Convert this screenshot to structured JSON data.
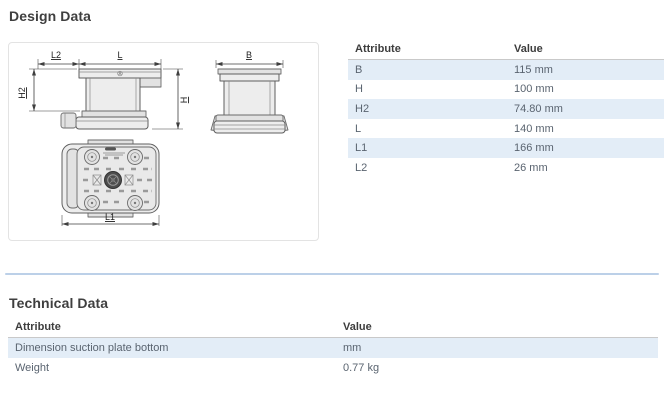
{
  "design": {
    "title": "Design Data",
    "drawing": {
      "labels": {
        "l2": "L2",
        "l": "L",
        "b": "B",
        "h2": "H2",
        "h": "H",
        "l1": "L1"
      }
    },
    "table": {
      "headers": {
        "attribute": "Attribute",
        "value": "Value"
      },
      "rows": [
        {
          "attribute": "B",
          "value": "115 mm"
        },
        {
          "attribute": "H",
          "value": "100 mm"
        },
        {
          "attribute": "H2",
          "value": "74.80 mm"
        },
        {
          "attribute": "L",
          "value": "140 mm"
        },
        {
          "attribute": "L1",
          "value": "166 mm"
        },
        {
          "attribute": "L2",
          "value": "26 mm"
        }
      ]
    }
  },
  "technical": {
    "title": "Technical Data",
    "table": {
      "headers": {
        "attribute": "Attribute",
        "value": "Value"
      },
      "rows": [
        {
          "attribute": "Dimension suction plate bottom",
          "value": "mm"
        },
        {
          "attribute": "Weight",
          "value": "0.77 kg"
        }
      ]
    }
  },
  "colors": {
    "row_alt_background": "#e3edf7",
    "divider": "#bcd0e8",
    "heading_text": "#3f3f3f",
    "cell_text": "#5a6470"
  }
}
